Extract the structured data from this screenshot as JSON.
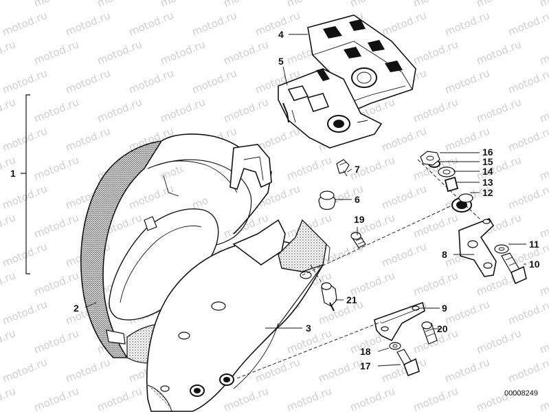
{
  "diagram": {
    "watermark_text": "motod.ru",
    "part_reference": "00008249",
    "callouts": [
      "1",
      "2",
      "3",
      "4",
      "5",
      "6",
      "7",
      "8",
      "9",
      "10",
      "11",
      "12",
      "13",
      "14",
      "15",
      "16",
      "17",
      "18",
      "19",
      "20",
      "21"
    ]
  },
  "colors": {
    "ink": "#111111",
    "paper": "#ffffff",
    "watermark": "#cfcfcf"
  }
}
